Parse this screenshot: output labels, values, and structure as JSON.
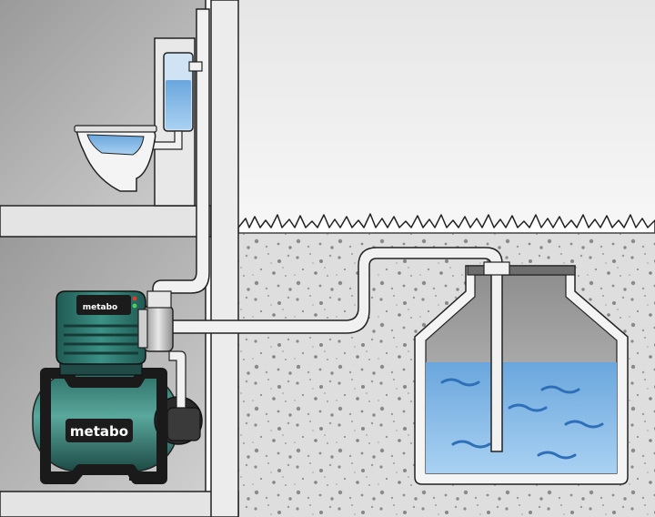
{
  "brand": {
    "logo_large": "metabo",
    "logo_small": "metabo"
  },
  "colors": {
    "pump_body": "#2f7d74",
    "pump_dark": "#1f3f3c",
    "water": "#7fb7e6",
    "wall": "#d9d9d9",
    "soil": "#dcdcdc",
    "sky": "#eeeeee",
    "outline": "#222222"
  },
  "scene": {
    "rooms": [
      "upper-floor-bathroom",
      "basement-pump-room"
    ],
    "fixtures": [
      "toilet-bowl",
      "cistern",
      "domestic-waterworks-pump",
      "pressure-tank",
      "underground-rainwater-tank"
    ]
  }
}
